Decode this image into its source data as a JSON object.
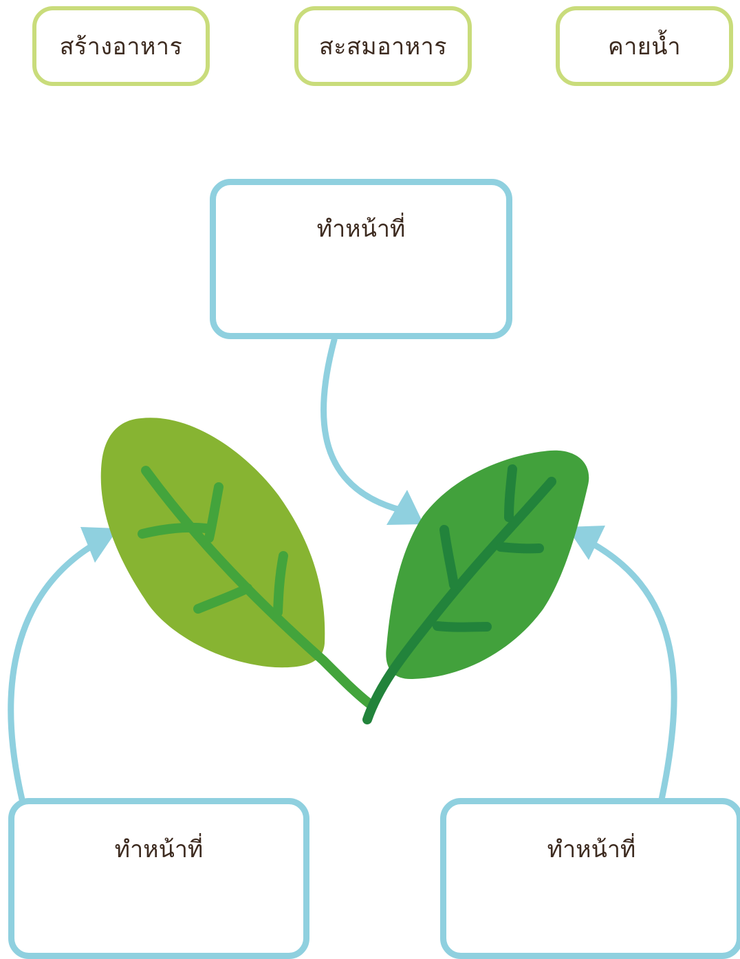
{
  "word_bank": [
    {
      "label": "สร้างอาหาร"
    },
    {
      "label": "สะสมอาหาร"
    },
    {
      "label": "คายน้ำ"
    }
  ],
  "function_boxes": {
    "top": {
      "label": "ทำหน้าที่"
    },
    "left": {
      "label": "ทำหน้าที่"
    },
    "right": {
      "label": "ทำหน้าที่"
    }
  },
  "colors": {
    "word_border": "#c9dc7b",
    "box_border": "#8fd0df",
    "arrow": "#8fd0df",
    "leaf_left": "#87b432",
    "leaf_left_vein": "#43a43c",
    "leaf_right": "#42a13c",
    "leaf_right_vein": "#22833b",
    "text": "#3d2b20"
  }
}
